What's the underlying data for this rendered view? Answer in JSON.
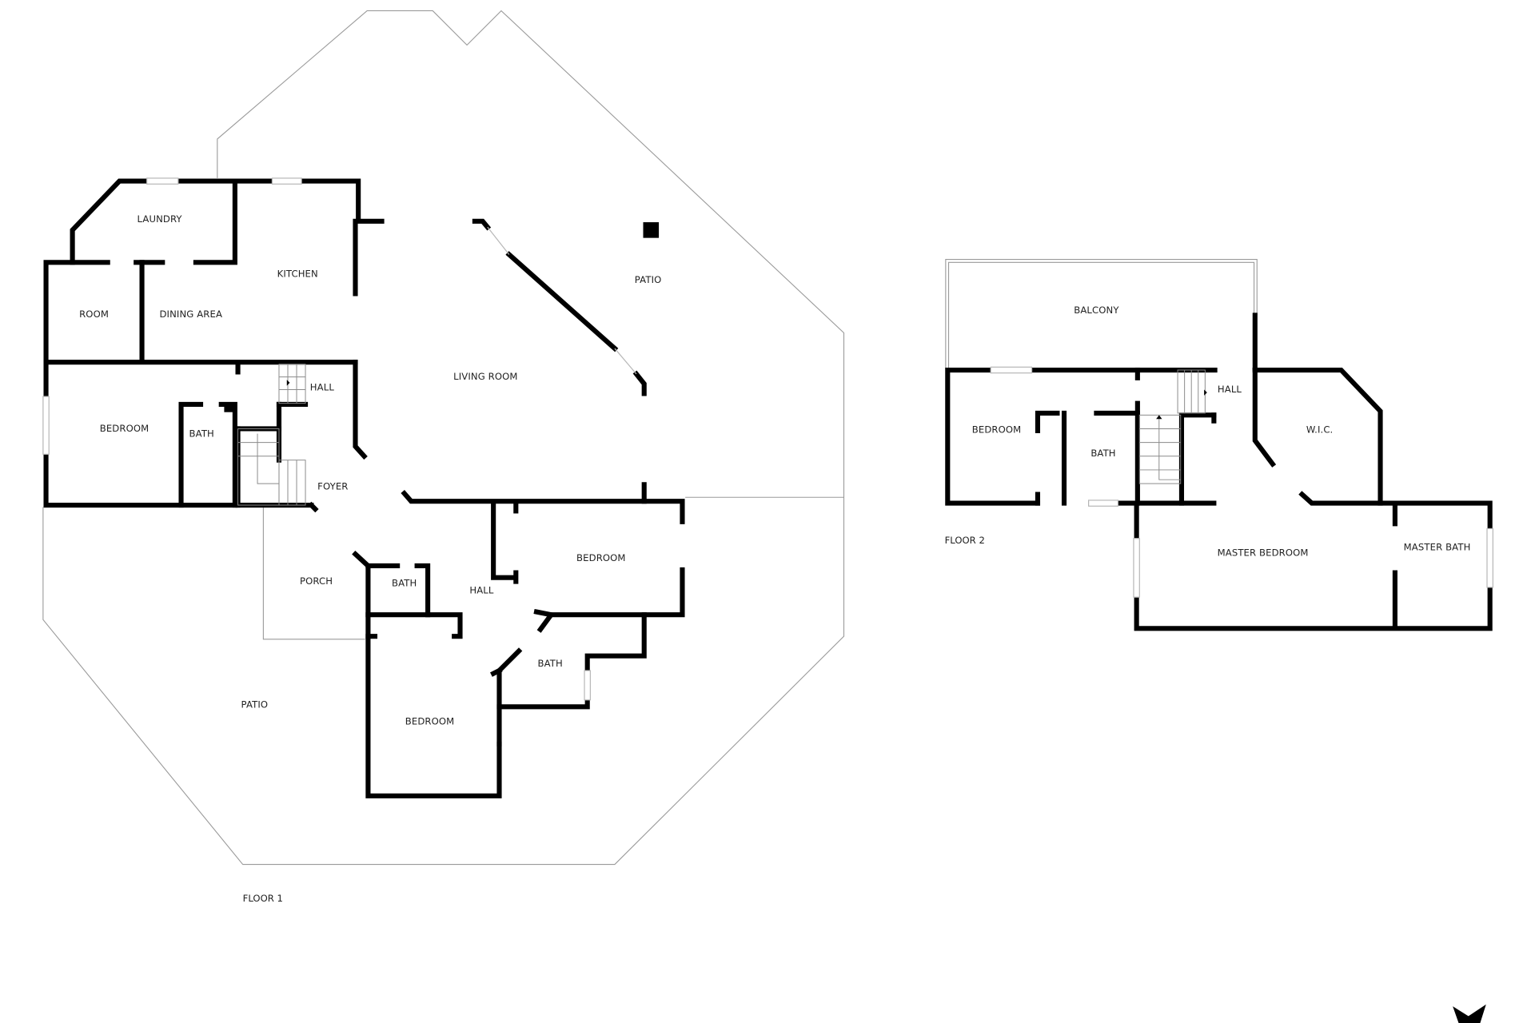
{
  "floor1": {
    "label": "FLOOR 1",
    "rooms": {
      "laundry": "LAUNDRY",
      "kitchen": "KITCHEN",
      "room": "ROOM",
      "dining_area": "DINING AREA",
      "hall_upper": "HALL",
      "bedroom_west": "BEDROOM",
      "bath_west": "BATH",
      "foyer": "FOYER",
      "living_room": "LIVING ROOM",
      "patio_north": "PATIO",
      "porch": "PORCH",
      "bath_center": "BATH",
      "hall_lower": "HALL",
      "bedroom_east": "BEDROOM",
      "bath_east": "BATH",
      "bedroom_south": "BEDROOM",
      "patio_south": "PATIO"
    }
  },
  "floor2": {
    "label": "FLOOR 2",
    "rooms": {
      "balcony": "BALCONY",
      "hall": "HALL",
      "bedroom": "BEDROOM",
      "bath": "BATH",
      "wic": "W.I.C.",
      "master_bedroom": "MASTER BEDROOM",
      "master_bath": "MASTER BATH"
    }
  },
  "compass": {
    "icon": "north-arrow-icon"
  }
}
